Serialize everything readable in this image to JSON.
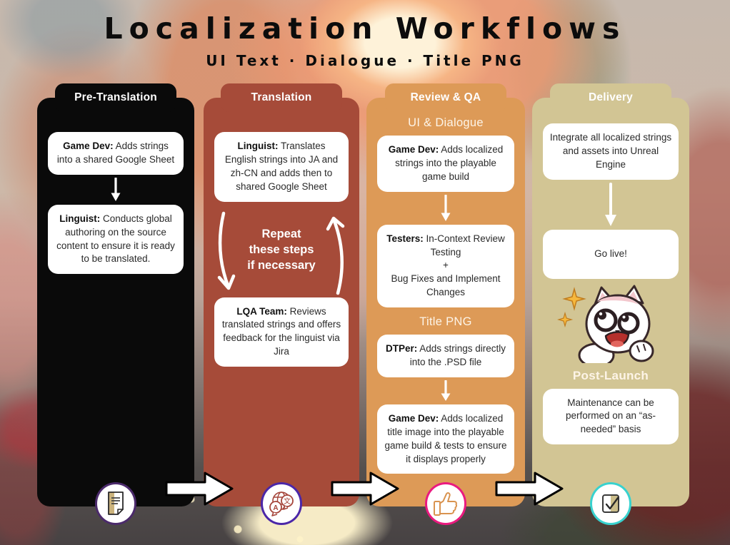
{
  "title": "Localization Workflows",
  "subtitle": "UI Text · Dialogue · Title PNG",
  "theme": {
    "pre_translation": "#0a0a0a",
    "translation": "#a64b39",
    "review_qa": "#dd9a57",
    "delivery": "#d2c594",
    "badge_document_border": "#4b2a6b",
    "badge_translate_border": "#4b27a8",
    "badge_thumbs_border": "#ea1a7f",
    "badge_check_border": "#38d2cf"
  },
  "columns": {
    "pre_translation": {
      "header": "Pre-Translation",
      "card1": {
        "lead": "Game Dev:",
        "text": " Adds strings into a shared Google Sheet"
      },
      "card2": {
        "lead": "Linguist:",
        "text": " Conducts global authoring on the source content to ensure it is ready to be translated."
      }
    },
    "translation": {
      "header": "Translation",
      "card1": {
        "lead": "Linguist:",
        "text": " Translates English strings into JA and zh-CN and adds then to shared Google Sheet"
      },
      "repeat_note": "Repeat\nthese steps\nif necessary",
      "card2": {
        "lead": "LQA Team:",
        "text": " Reviews translated strings and offers feedback for the linguist via Jira"
      }
    },
    "review_qa": {
      "header": "Review & QA",
      "section1": "UI & Dialogue",
      "card1": {
        "lead": "Game Dev:",
        "text": " Adds localized strings into the playable game build"
      },
      "card2": {
        "lead": "Testers:",
        "text": " In-Context Review Testing",
        "plus": "+",
        "text2": "Bug Fixes and Implement Changes"
      },
      "section2": "Title PNG",
      "card3": {
        "lead": "DTPer:",
        "text": " Adds strings directly into the .PSD file"
      },
      "card4": {
        "lead": "Game Dev:",
        "text": " Adds localized title image into the playable game build & tests to ensure it displays properly"
      }
    },
    "delivery": {
      "header": "Delivery",
      "card1": {
        "text": "Integrate all localized strings and assets into Unreal Engine"
      },
      "card2": {
        "text": "Go live!"
      },
      "section": "Post-Launch",
      "card3": {
        "text": "Maintenance can be performed on an “as-needed” basis"
      }
    }
  },
  "icons": {
    "step1": "document-icon",
    "step2": "translate-icon",
    "step3": "thumbs-up-icon",
    "step4": "checkbox-icon"
  }
}
